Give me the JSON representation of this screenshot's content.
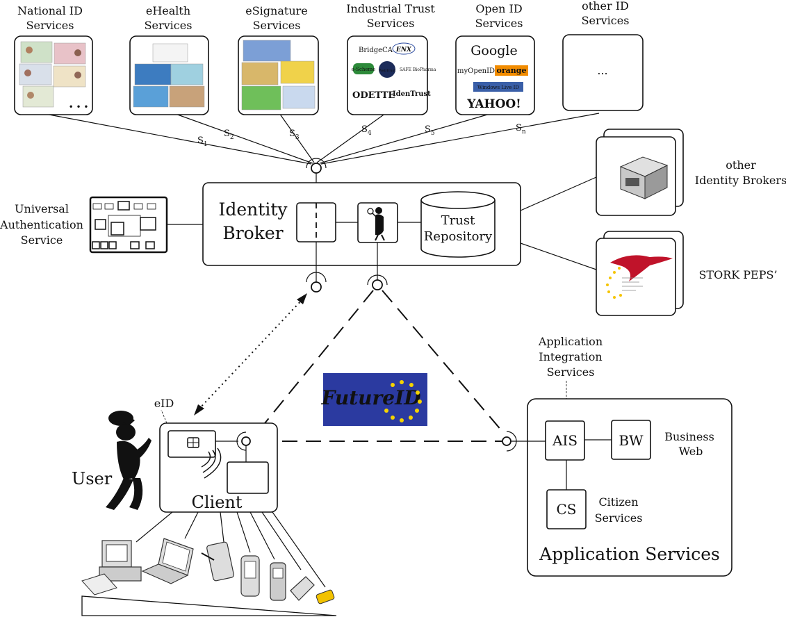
{
  "services": [
    {
      "label_line1": "National ID",
      "label_line2": "Services"
    },
    {
      "label_line1": "eHealth",
      "label_line2": "Services"
    },
    {
      "label_line1": "eSignature",
      "label_line2": "Services"
    },
    {
      "label_line1": "Industrial Trust",
      "label_line2": "Services"
    },
    {
      "label_line1": "Open ID",
      "label_line2": "Services"
    },
    {
      "label_line1": "other ID",
      "label_line2": "Services"
    }
  ],
  "service_links": [
    "S1",
    "S2",
    "S3",
    "S4",
    "S5",
    "Sn"
  ],
  "other_services_ellipsis": "...",
  "national_id_ellipsis": "• • •",
  "industrial_logos": [
    "BridgeCA",
    "ENX",
    "e-Scheme",
    "WebTrust",
    "SAFE BioPharma",
    "ODETTE",
    "IdenTrust"
  ],
  "openid_logos": {
    "google": "Google",
    "myopenid": "myOpenID",
    "orange": "orange",
    "windows_live": "Windows Live ID",
    "yahoo": "YAHOO!"
  },
  "broker": {
    "title_line1": "Identity",
    "title_line2": "Broker",
    "repo_line1": "Trust",
    "repo_line2": "Repository"
  },
  "uas": {
    "line1": "Universal",
    "line2": "Authentication",
    "line3": "Service"
  },
  "other_brokers": {
    "line1": "other",
    "line2": "Identity Brokers"
  },
  "stork": {
    "label": "STORK PEPS’"
  },
  "futureid_logo": "FutureID",
  "eid_label": "eID",
  "user_label": "User",
  "client_label": "Client",
  "app_integration": {
    "line1": "Application",
    "line2": "Integration",
    "line3": "Services"
  },
  "app_services": {
    "ais": "AIS",
    "bw": "BW",
    "cs": "CS",
    "business_line1": "Business",
    "business_line2": "Web",
    "citizen_line1": "Citizen",
    "citizen_line2": "Services",
    "title": "Application Services"
  },
  "colors": {
    "futureid_blue": "#2b3aa0",
    "futureid_star": "#f5d300",
    "stork_red": "#c0132a",
    "google_blue": "#3b6fd8",
    "orange": "#f28c00",
    "yahoo": "#7b1fa2"
  }
}
